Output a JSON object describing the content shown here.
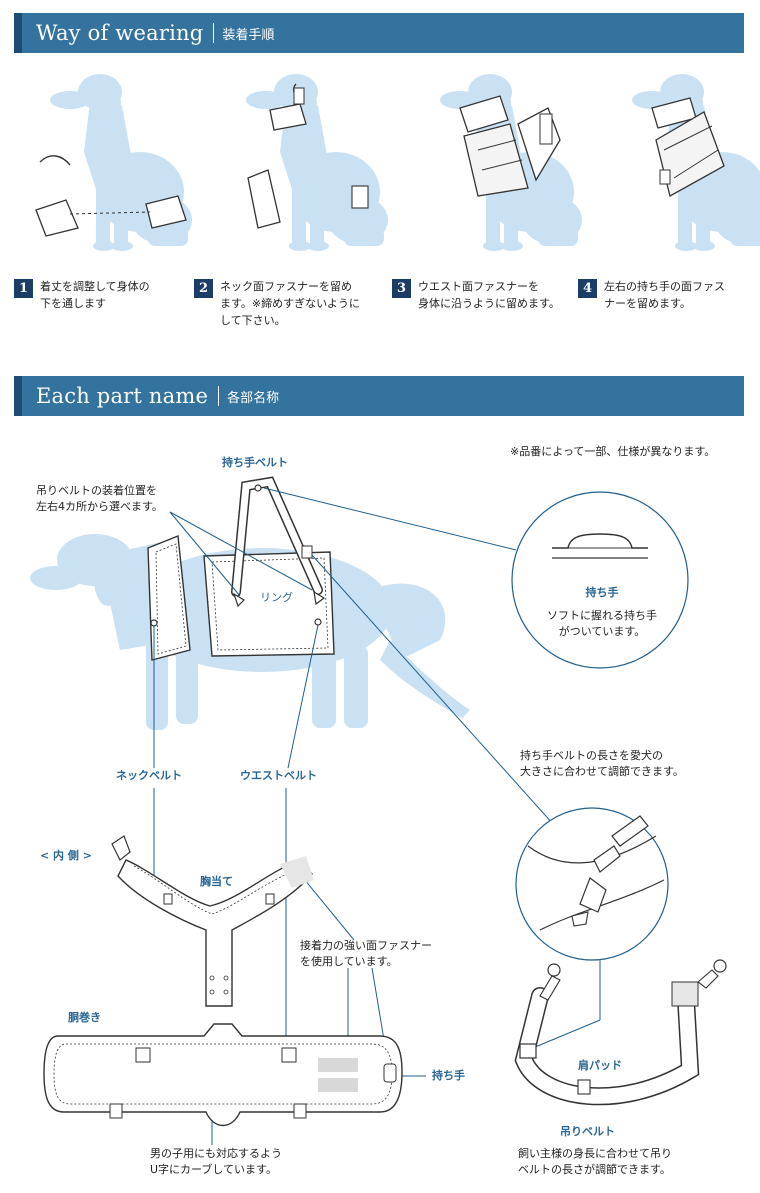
{
  "wearing": {
    "title_en": "Way of wearing",
    "title_jp": "装着手順",
    "steps": [
      {
        "num": "1",
        "text": "着丈を調整して身体の\n下を通します"
      },
      {
        "num": "2",
        "text": "ネック面ファスナーを留め\nます。※締めすぎないように\nして下さい。"
      },
      {
        "num": "3",
        "text": "ウエスト面ファスナーを\n身体に沿うように留めます。"
      },
      {
        "num": "4",
        "text": "左右の持ち手の面ファス\nナーを留めます。"
      }
    ]
  },
  "parts": {
    "title_en": "Each part name",
    "title_jp": "各部名称",
    "note": "※品番によって一部、仕様が異なります。",
    "handle_belt": "持ち手ベルト",
    "position_note": "吊りベルトの装着位置を\n左右4カ所から選べます。",
    "ring": "リング",
    "neck_belt": "ネックベルト",
    "waist_belt": "ウエストベルト",
    "handle_circle_title": "持ち手",
    "handle_circle_desc": "ソフトに握れる持ち手\nがついています。",
    "handle_length_note": "持ち手ベルトの長さを愛犬の\n大きさに合わせて調節できます。",
    "inside": "< 内 側 >",
    "chest": "胸当て",
    "fastener_note": "接着力の強い面ファスナー\nを使用しています。",
    "belly": "胴巻き",
    "handle": "持ち手",
    "shoulder_pad": "肩パッド",
    "suspension_belt": "吊りベルト",
    "male_note": "男の子用にも対応するよう\nU字にカーブしています。",
    "suspension_note": "飼い主様の身長に合わせて吊り\nベルトの長さが調節できます。"
  },
  "colors": {
    "banner": "#35739f",
    "banner_accent": "#1c4c73",
    "label_blue": "#2a6694",
    "dog": "#c9e1f2",
    "step_num": "#1c3d66"
  }
}
